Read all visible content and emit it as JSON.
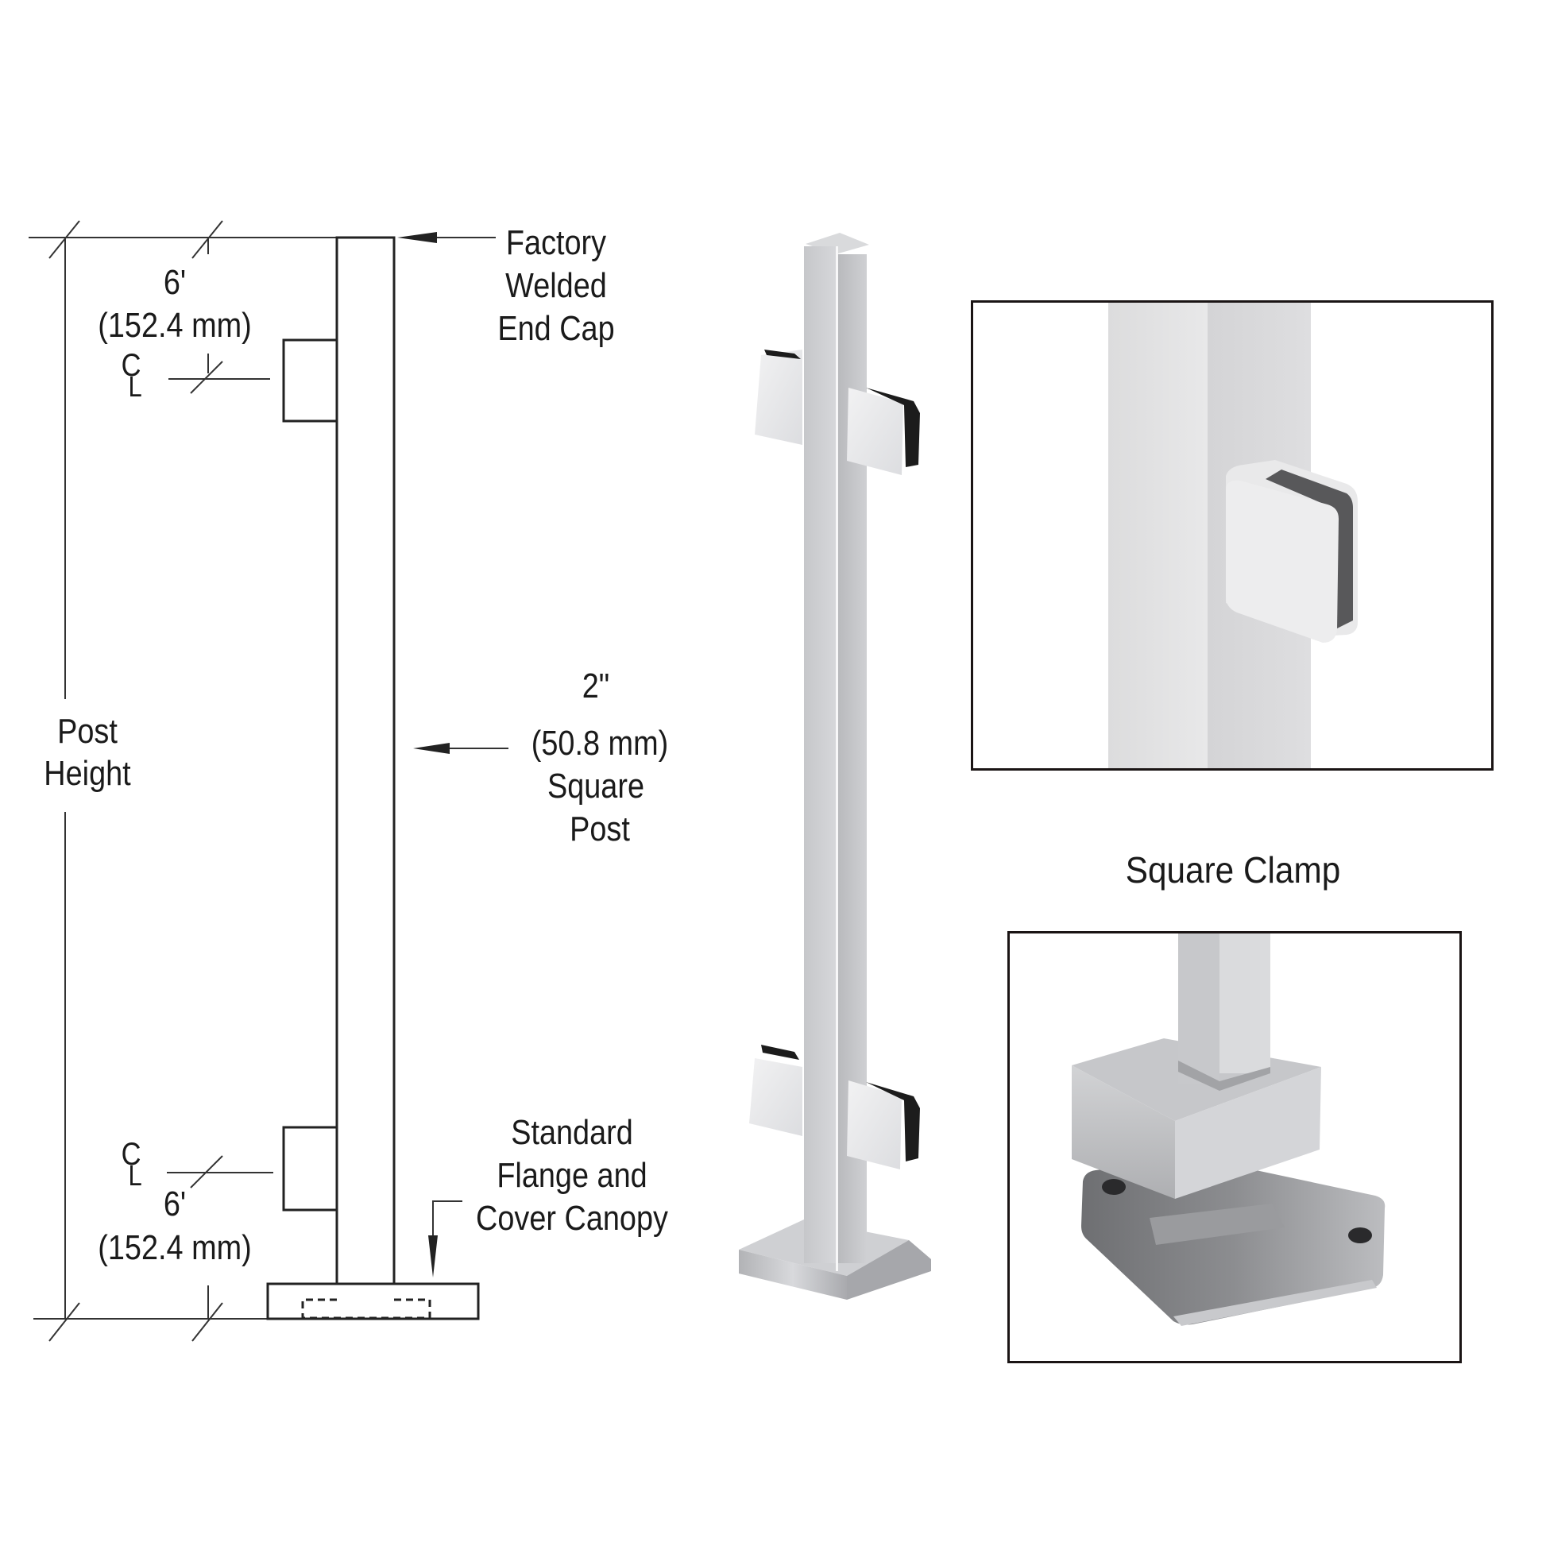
{
  "drawing": {
    "top_offset": {
      "imperial": "6'",
      "metric": "(152.4 mm)"
    },
    "bottom_offset": {
      "imperial": "6'",
      "metric": "(152.4 mm)"
    },
    "centerline_symbol": "CL",
    "post_height": [
      "Post",
      "Height"
    ],
    "end_cap": [
      "Factory",
      "Welded",
      "End Cap"
    ],
    "post_size": [
      "2\"",
      "(50.8 mm)",
      "Square",
      "Post"
    ],
    "flange": [
      "Standard",
      "Flange and",
      "Cover Canopy"
    ]
  },
  "photos": {
    "main_post": "stainless-square-post-with-two-pairs-of-clamps",
    "detail_clamp": {
      "caption": "Square Clamp"
    },
    "detail_flange": {
      "caption": ""
    }
  },
  "colors": {
    "line": "#2a2a2a",
    "steel_light": "#e2e3e5",
    "steel_mid": "#c8c9cc",
    "steel_dark": "#8e8f93",
    "gasket": "#1c1c1c",
    "frame": "#1a1414"
  }
}
